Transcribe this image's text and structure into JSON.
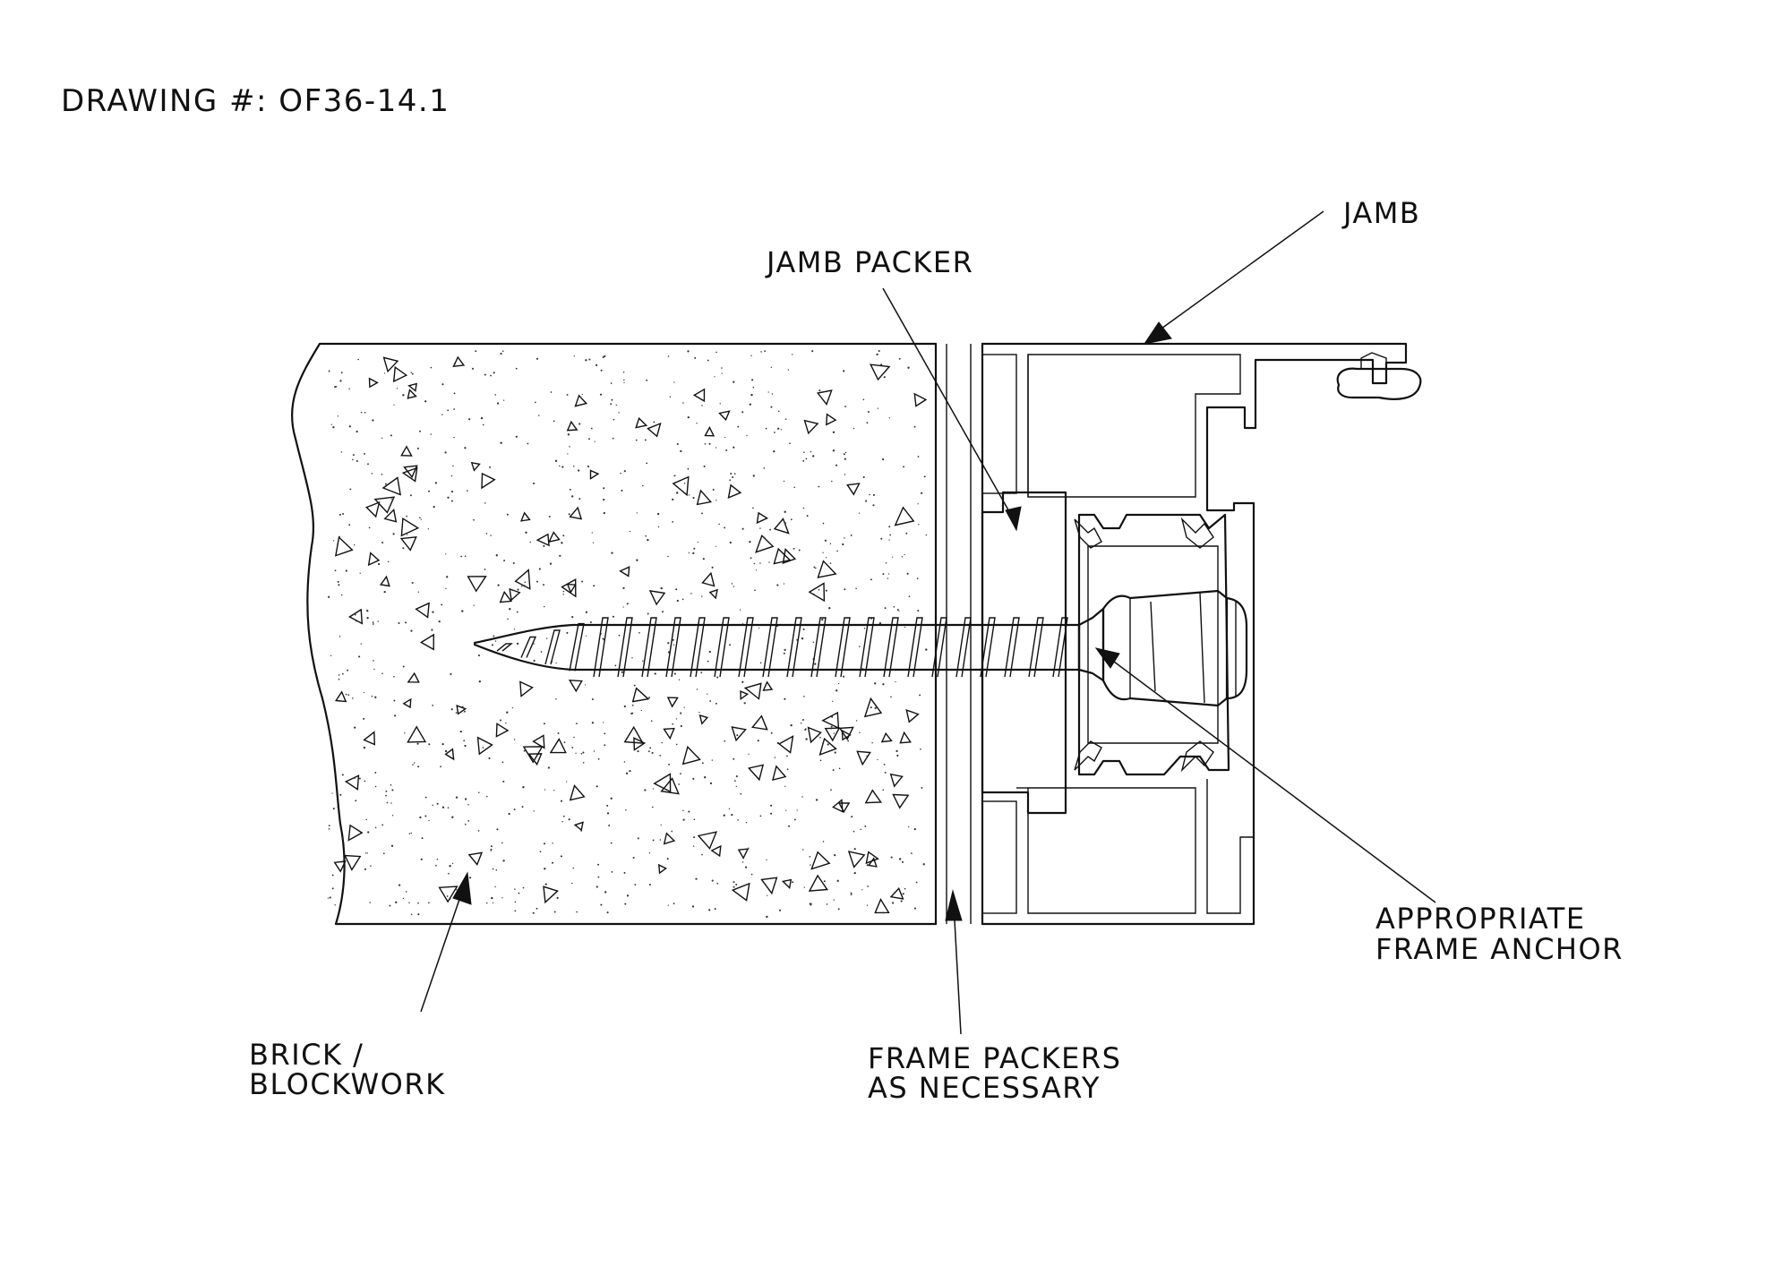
{
  "drawing_number": "DRAWING #: OF36-14.1",
  "labels": {
    "jamb": "JAMB",
    "jamb_packer": "JAMB PACKER",
    "frame_anchor_line1": "APPROPRIATE",
    "frame_anchor_line2": "FRAME ANCHOR",
    "brick_line1": "BRICK /",
    "brick_line2": "BLOCKWORK",
    "frame_packers_line1": "FRAME PACKERS",
    "frame_packers_line2": "AS NECESSARY"
  },
  "colors": {
    "ink": "#111111",
    "background": "#ffffff"
  }
}
